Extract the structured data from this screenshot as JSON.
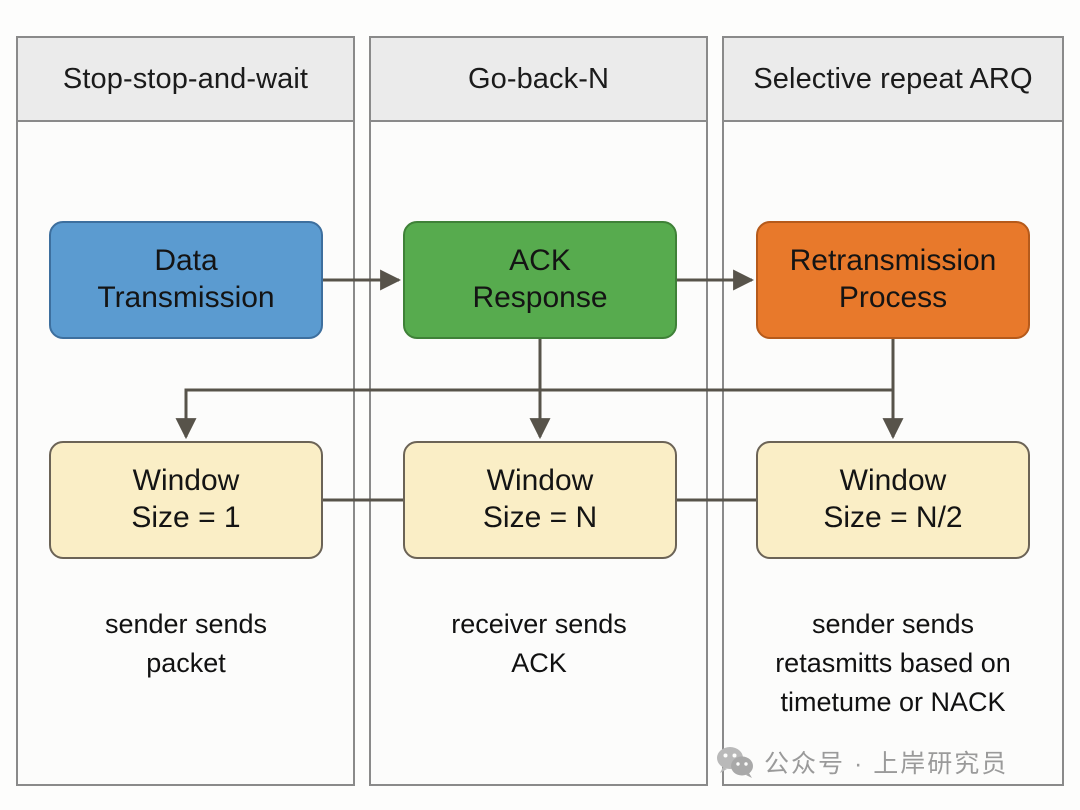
{
  "diagram": {
    "columns": [
      {
        "header": "Stop-stop-and-wait",
        "top_node": {
          "line1": "Data",
          "line2": "Transmission",
          "color": "#5b9bd0"
        },
        "window_node": {
          "line1": "Window",
          "line2": "Size = 1",
          "color": "#faeec6"
        },
        "caption_lines": [
          "sender sends",
          "packet"
        ]
      },
      {
        "header": "Go-back-N",
        "top_node": {
          "line1": "ACK",
          "line2": "Response",
          "color": "#57ab4e"
        },
        "window_node": {
          "line1": "Window",
          "line2": "Size = N",
          "color": "#faeec6"
        },
        "caption_lines": [
          "receiver sends",
          "ACK"
        ]
      },
      {
        "header": "Selective repeat ARQ",
        "top_node": {
          "line1": "Retransmission",
          "line2": "Process",
          "color": "#e8792b"
        },
        "window_node": {
          "line1": "Window",
          "line2": "Size = N/2",
          "color": "#faeec6"
        },
        "caption_lines": [
          "sender sends",
          "retasmitts based on",
          "timetume or NACK"
        ]
      }
    ],
    "connector_color": "#57534a",
    "panel_border_color": "#8a8a8a",
    "header_background": "#ebebeb"
  },
  "watermark": {
    "icon": "wechat-icon",
    "text": "公众号 · 上岸研究员"
  }
}
